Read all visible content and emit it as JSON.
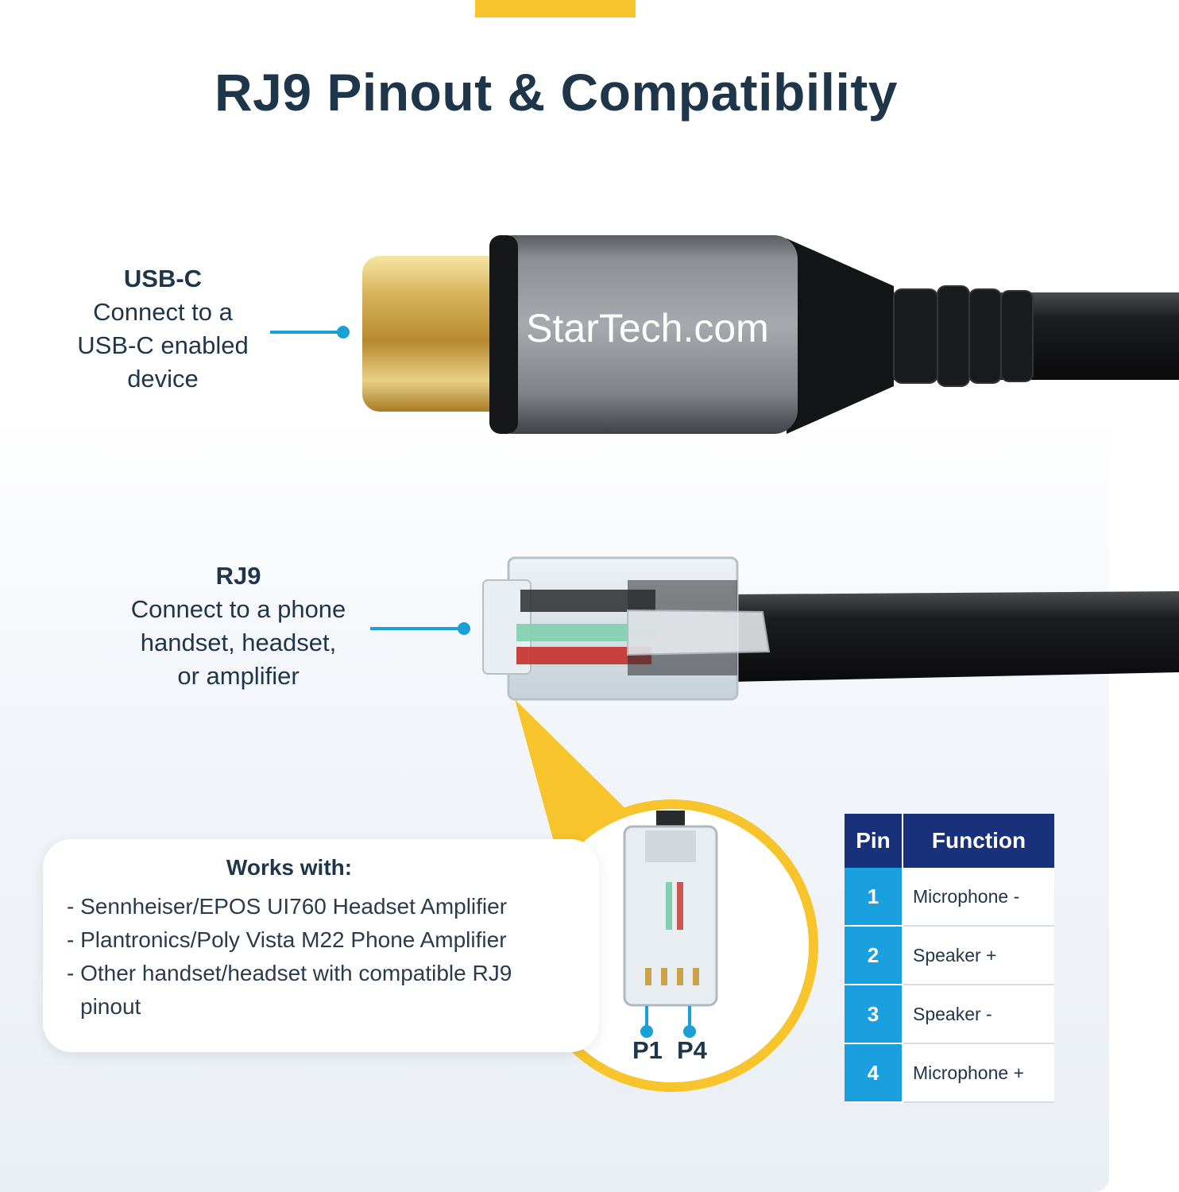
{
  "title": "RJ9 Pinout & Compatibility",
  "brand": {
    "logo_text": "StarTech.com",
    "accent_color": "#f7c42b",
    "pointer_color": "#1aa0d6",
    "table_header_color": "#19307a",
    "table_pin_color": "#1aa0de"
  },
  "usbc": {
    "title": "USB-C",
    "lines": [
      "Connect to a",
      "USB-C enabled",
      "device"
    ]
  },
  "rj9": {
    "title": "RJ9",
    "lines": [
      "Connect to a phone",
      "handset, headset,",
      "or amplifier"
    ]
  },
  "works_with": {
    "title": "Works with:",
    "items": [
      "- Sennheiser/EPOS UI760 Headset Amplifier",
      "- Plantronics/Poly Vista M22 Phone Amplifier",
      "- Other handset/headset with compatible RJ9 pinout"
    ]
  },
  "pin_labels": {
    "first": "P1",
    "last": "P4"
  },
  "pin_table": {
    "headers": [
      "Pin",
      "Function"
    ],
    "rows": [
      {
        "pin": "1",
        "function": "Microphone -"
      },
      {
        "pin": "2",
        "function": "Speaker +"
      },
      {
        "pin": "3",
        "function": "Speaker -"
      },
      {
        "pin": "4",
        "function": "Microphone +"
      }
    ]
  }
}
